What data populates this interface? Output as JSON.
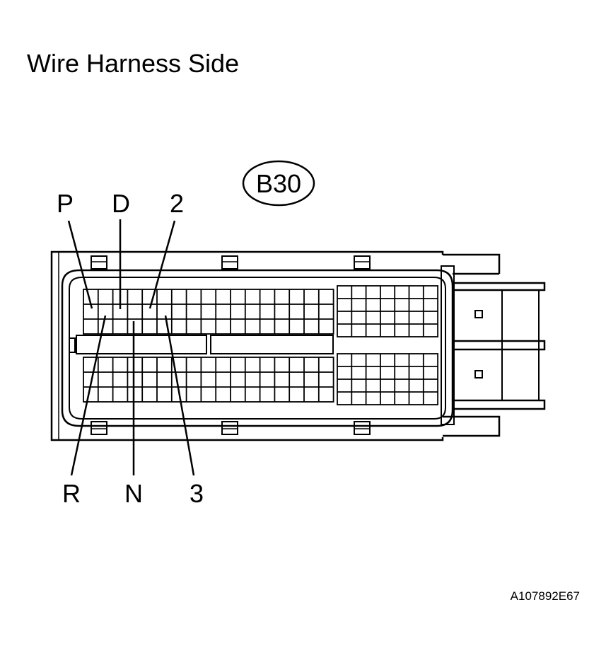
{
  "title": "Wire Harness Side",
  "connector_id": "B30",
  "pin_labels": {
    "p": "P",
    "d": "D",
    "two": "2",
    "r": "R",
    "n": "N",
    "three": "3"
  },
  "figure_code": "A107892E67"
}
